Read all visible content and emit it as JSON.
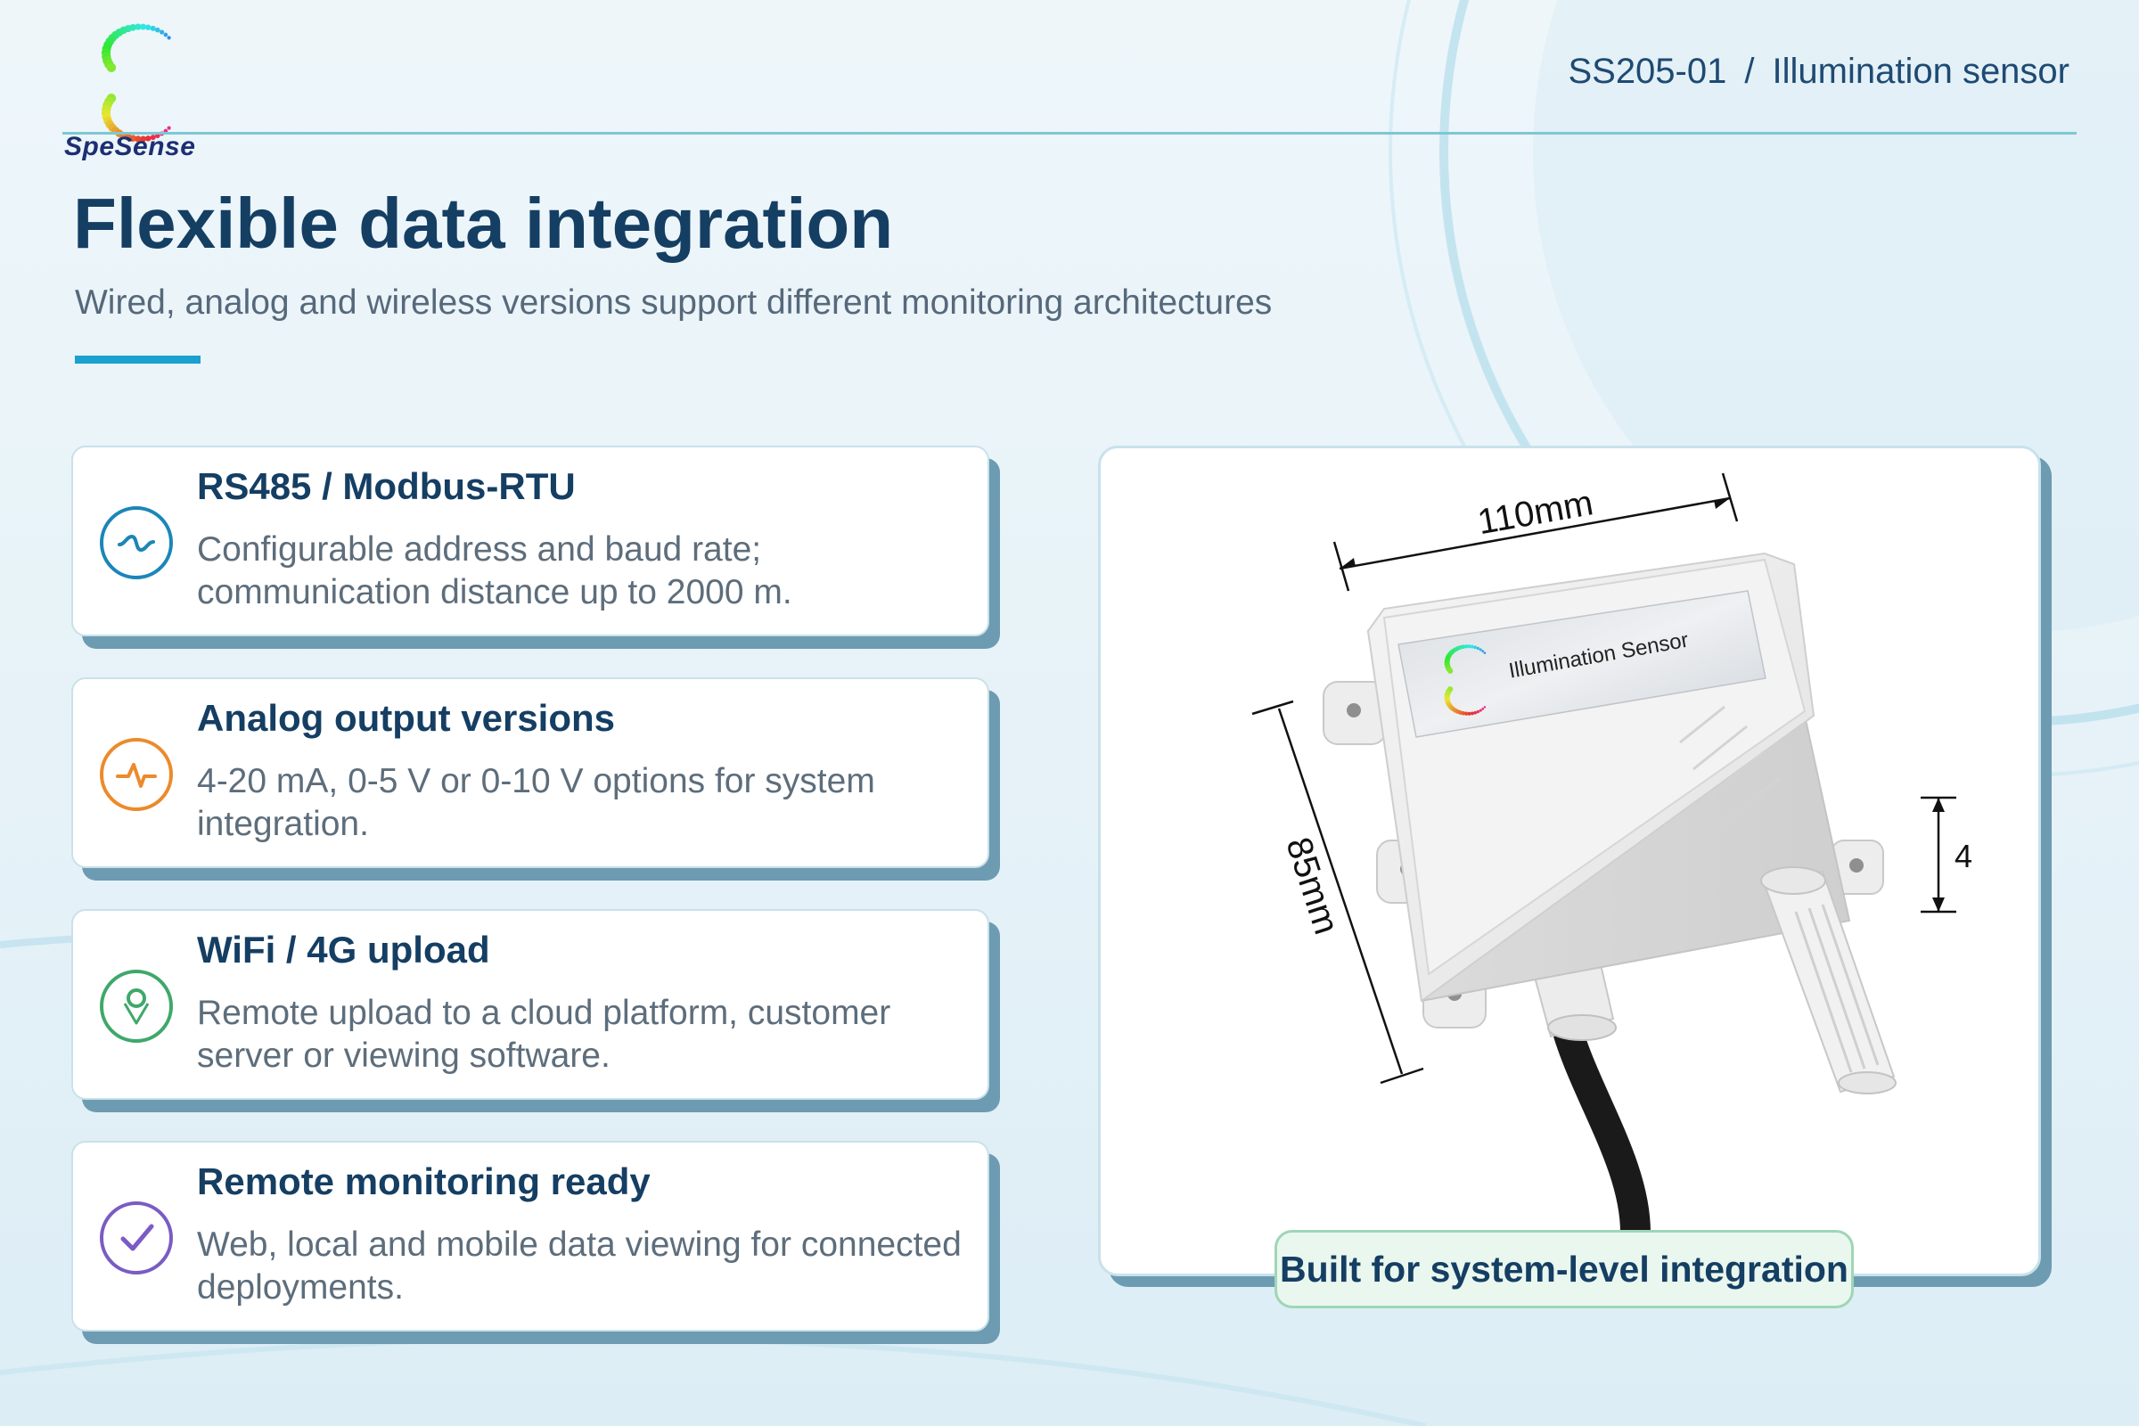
{
  "brand": {
    "name": "SpeSense"
  },
  "header": {
    "model": "SS205-01",
    "separator": "/",
    "product": "Illumination sensor"
  },
  "page": {
    "title": "Flexible data integration",
    "subtitle": "Wired, analog and wireless versions support different monitoring architectures"
  },
  "features": [
    {
      "title": "RS485 / Modbus-RTU",
      "line1": "Configurable address and baud rate;",
      "line2": "communication distance up to 2000 m.",
      "icon": "signal-wave-icon",
      "color": "#1b86b8"
    },
    {
      "title": "Analog output versions",
      "line1": "4-20 mA, 0-5 V or 0-10 V options for system",
      "line2": "integration.",
      "icon": "waveform-icon",
      "color": "#ec8a2c"
    },
    {
      "title": "WiFi / 4G upload",
      "line1": "Remote upload to a cloud platform, customer",
      "line2": "server or viewing software.",
      "icon": "location-pin-icon",
      "color": "#3fa86a"
    },
    {
      "title": "Remote monitoring ready",
      "line1": "Web, local and mobile data viewing for connected",
      "line2": "deployments.",
      "icon": "checkmark-icon",
      "color": "#7b5bc4"
    }
  ],
  "product": {
    "label": "Illumination Sensor",
    "width_dim": "110mm",
    "height_dim": "85mm",
    "depth_dim_partial": "4",
    "caption": "Built for system-level integration"
  }
}
